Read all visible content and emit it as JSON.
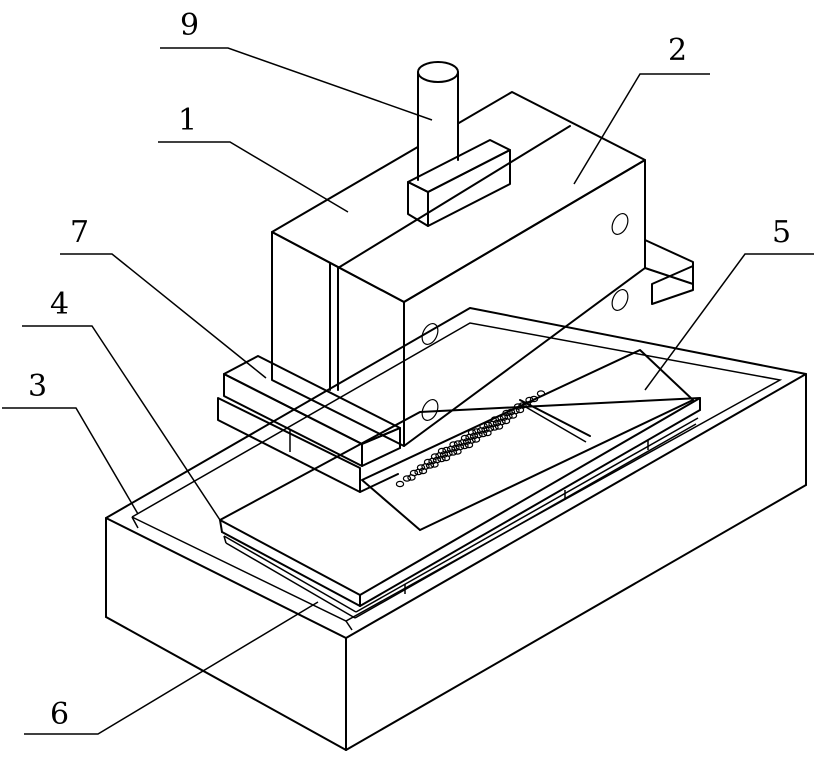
{
  "labels": {
    "l1": "1",
    "l2": "2",
    "l3": "3",
    "l4": "4",
    "l5": "5",
    "l6": "6",
    "l7": "7",
    "l9": "9"
  }
}
